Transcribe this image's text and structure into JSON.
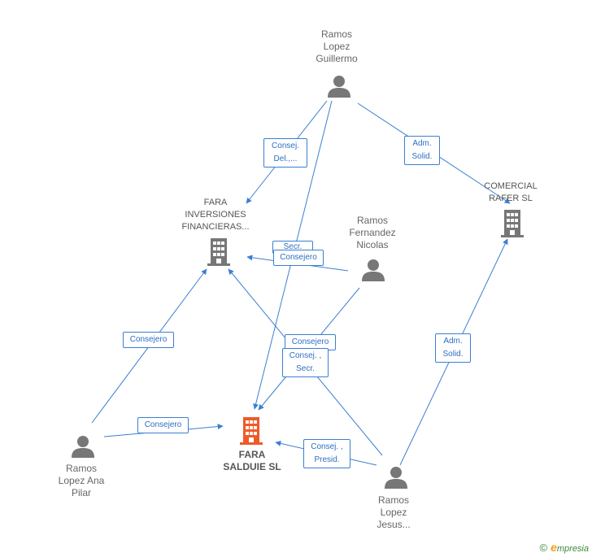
{
  "nodes": {
    "guillermo": {
      "label": "Ramos\nLopez\nGuillermo",
      "type": "person"
    },
    "nicolas": {
      "label": "Ramos\nFernandez\nNicolas",
      "type": "person"
    },
    "ana": {
      "label": "Ramos\nLopez Ana\nPilar",
      "type": "person"
    },
    "jesus": {
      "label": "Ramos\nLopez\nJesus...",
      "type": "person"
    },
    "fara_inversiones": {
      "label": "FARA\nINVERSIONES\nFINANCIERAS...",
      "type": "company"
    },
    "comercial_rafer": {
      "label": "COMERCIAL\nRAFER SL",
      "type": "company"
    },
    "fara_salduie": {
      "label": "FARA\nSALDUIE SL",
      "type": "company-focus"
    }
  },
  "edges": {
    "guillermo_inversiones": "Consej.\nDel.,...",
    "guillermo_rafer": "Adm.\nSolid.",
    "nicolas_inversiones_back": "Secr.",
    "nicolas_inversiones": "Consejero",
    "ana_inversiones": "Consejero",
    "ana_salduie": "Consejero",
    "jesus_inversiones": "Consejero",
    "jesus_salduie_secr": "Consej. ,\nSecr.",
    "jesus_rafer": "Adm.\nSolid.",
    "jesus_salduie": "Consej. ,\nPresid."
  },
  "colors": {
    "edge": "#3b7fd1",
    "person_icon": "#777777",
    "company_icon": "#777777",
    "focus_icon": "#f05a28"
  },
  "icons": {
    "person": "person-icon",
    "company": "building-icon"
  },
  "brand": {
    "copyright": "©",
    "e": "e",
    "name": "mpresia"
  }
}
